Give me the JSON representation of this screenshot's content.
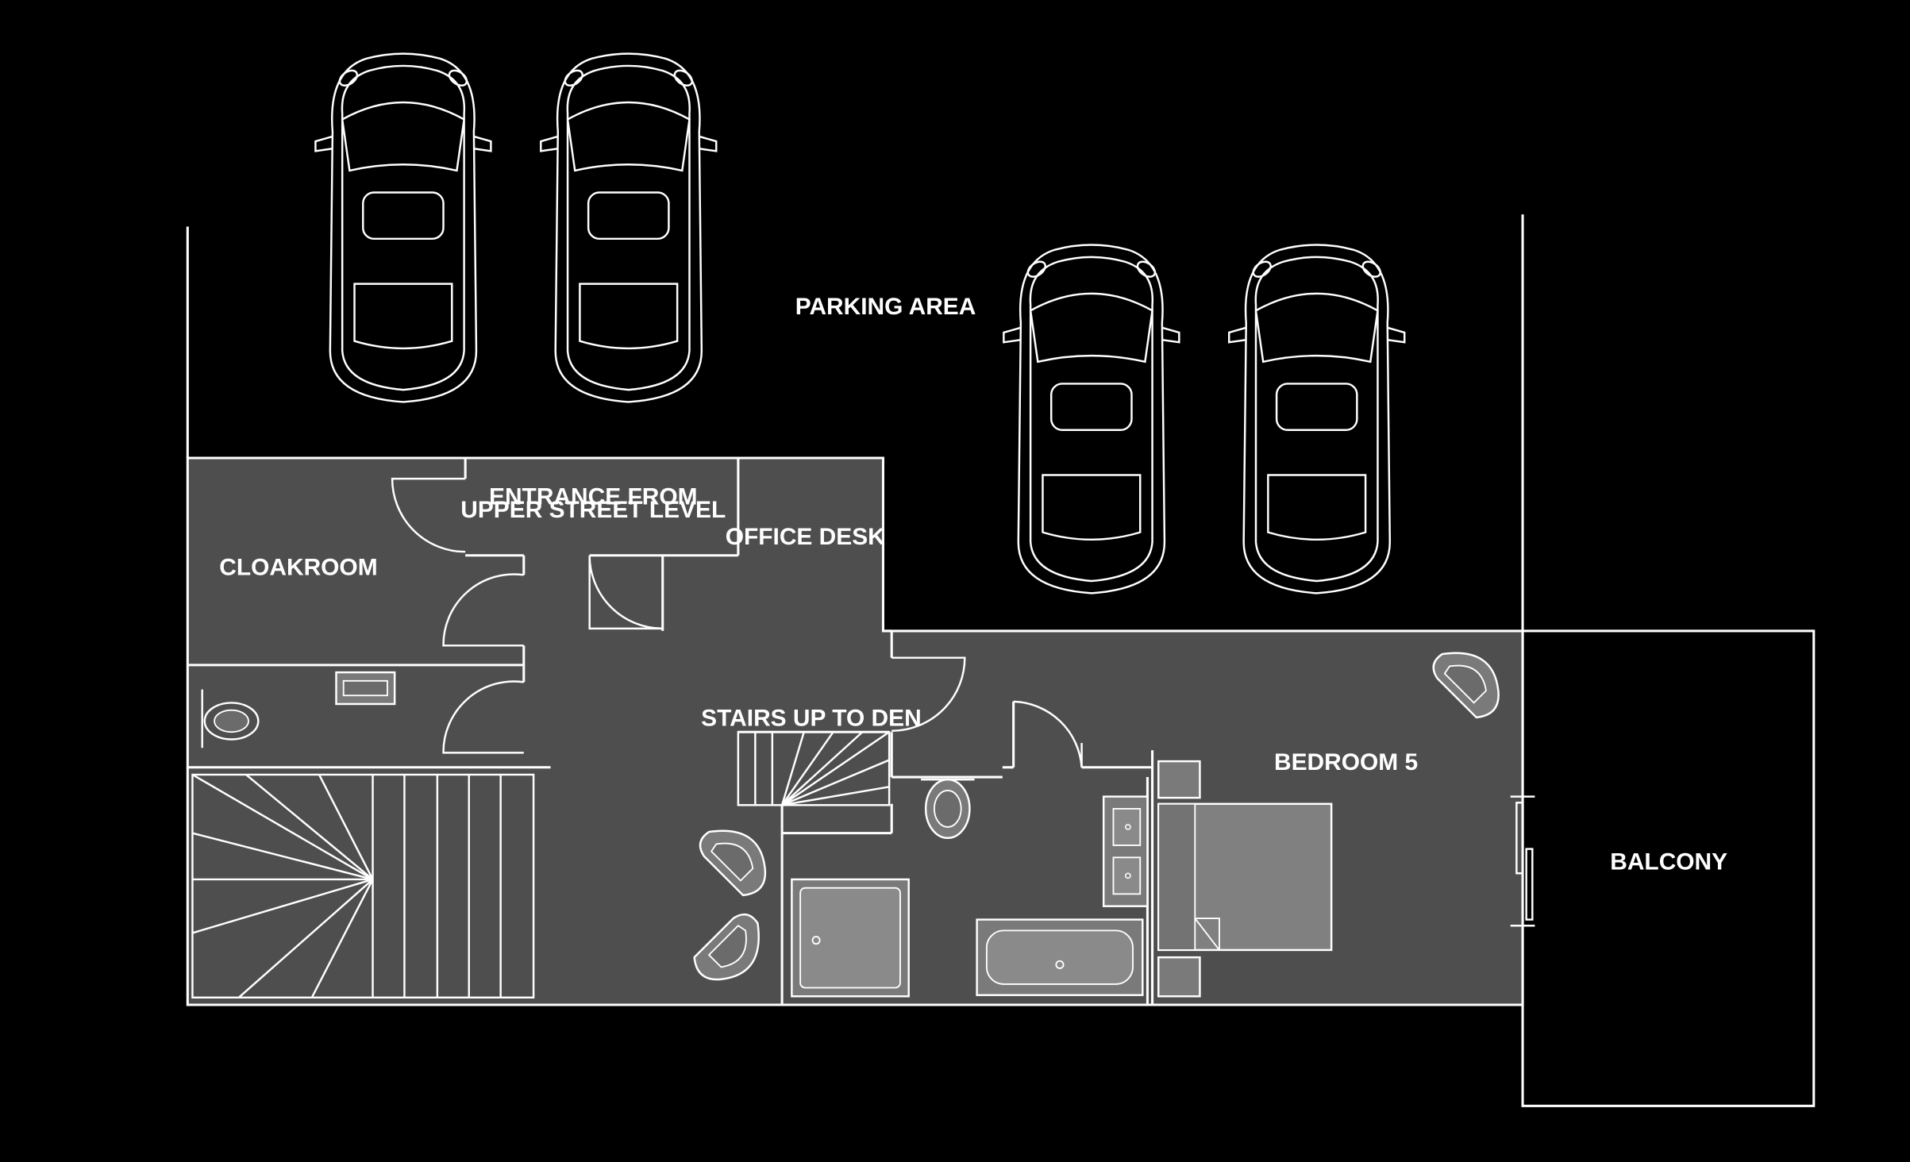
{
  "labels": {
    "parking_area": "PARKING AREA",
    "entrance_line1": "ENTRANCE FROM",
    "entrance_line2": "UPPER STREET LEVEL",
    "office_desk": "OFFICE DESK",
    "cloakroom": "CLOAKROOM",
    "stairs_up": "STAIRS UP TO DEN",
    "bedroom": "BEDROOM 5",
    "balcony": "BALCONY"
  },
  "colors": {
    "background": "#000000",
    "floor": "#4d4e4d",
    "lines": "#ffffff",
    "furniture": "#7a7a7a"
  },
  "icons": [
    "car-icon",
    "toilet-icon",
    "shower-icon",
    "bathtub-icon",
    "bed-icon",
    "armchair-icon",
    "sink-icon",
    "staircase-icon"
  ]
}
